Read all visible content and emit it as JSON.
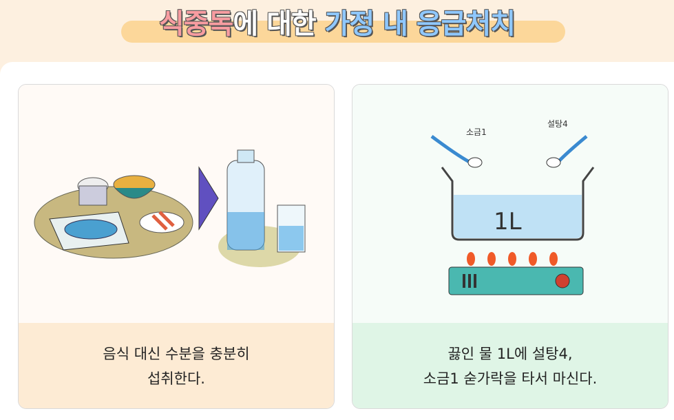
{
  "title": {
    "part1": "식중독",
    "part2": "에 대한 ",
    "part3": "가정 내 응급처치"
  },
  "cards": [
    {
      "caption_lines": [
        "음식 대신 수분을 충분히",
        "섭취한다."
      ]
    },
    {
      "caption_lines": [
        "끓인 물 1L에 설탕4,",
        "소금1 숟가락을 타서 마신다."
      ],
      "labels": {
        "salt": "소금1",
        "sugar": "설탕4",
        "volume": "1L"
      }
    }
  ],
  "colors": {
    "header_bg": "#fdf0e0",
    "caption_left": "#fdebd4",
    "caption_right": "#dff5e6",
    "title_pink": "#f79ca0",
    "title_blue": "#8fc8ff"
  }
}
